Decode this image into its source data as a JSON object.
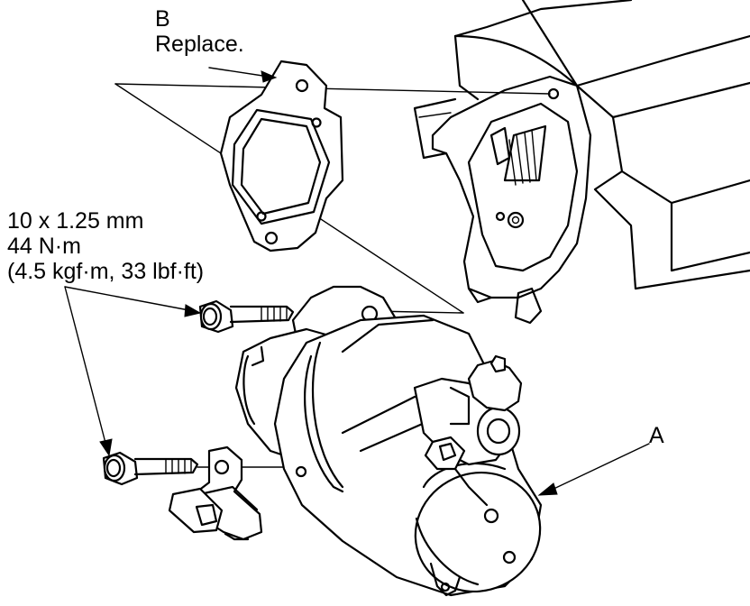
{
  "labels": {
    "gasket_letter": "B",
    "gasket_note": "Replace.",
    "bolt_size": "10 x 1.25 mm",
    "torque_nm": "44 N·m",
    "torque_alt": "(4.5 kgf·m, 33 lbf·ft)",
    "starter_letter": "A"
  },
  "parts": [
    {
      "name": "gasket",
      "label_ref": "B"
    },
    {
      "name": "starter-motor",
      "label_ref": "A"
    },
    {
      "name": "mounting-bolt-upper"
    },
    {
      "name": "mounting-bolt-lower"
    },
    {
      "name": "cable-clamp-bracket"
    },
    {
      "name": "transmission-housing"
    }
  ]
}
